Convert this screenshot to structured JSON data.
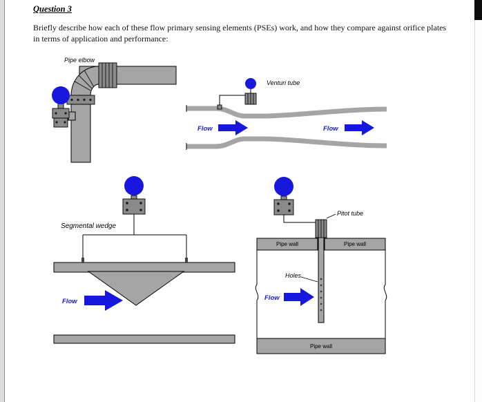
{
  "colors": {
    "pipe": "#a5a5a5",
    "pipe_dark": "#8a8a8a",
    "blue": "#1717dd"
  },
  "header": {
    "question_label": "Question 3",
    "question_text": "Briefly describe how each of these flow primary sensing elements (PSEs) work, and how they compare against orifice plates in terms of application and performance:"
  },
  "diagrams": {
    "pipe_elbow": {
      "title": "Pipe elbow"
    },
    "venturi": {
      "title": "Venturi tube",
      "flow_left": "Flow",
      "flow_right": "Flow"
    },
    "segmental_wedge": {
      "title": "Segmental wedge",
      "flow": "Flow"
    },
    "pitot": {
      "title": "Pitot tube",
      "pipe_wall_left": "Pipe wall",
      "pipe_wall_right": "Pipe wall",
      "pipe_wall_bottom": "Pipe wall",
      "holes_label": "Holes",
      "flow": "Flow"
    }
  }
}
